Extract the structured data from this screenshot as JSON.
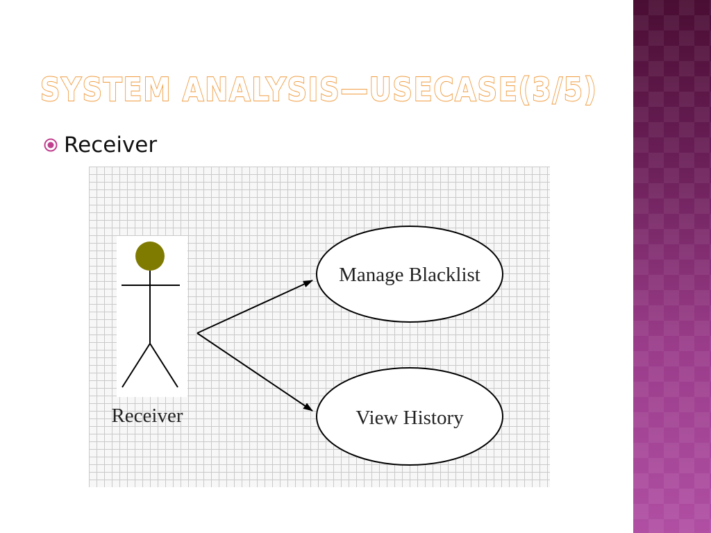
{
  "slide": {
    "title": "System Analysis—UseCase(3/5)",
    "bullet": {
      "icon": "circle-bullet-icon",
      "text": "Receiver"
    }
  },
  "diagram": {
    "actor": {
      "name": "Receiver"
    },
    "use_cases": [
      "Manage Blacklist",
      "View History"
    ]
  },
  "colors": {
    "title_outline": "#ef9a3c",
    "bullet_icon": "#c0408f",
    "actor_head": "#7f7a00",
    "side_band_top": "#4a0d33",
    "side_band_bottom": "#b04fa3"
  }
}
